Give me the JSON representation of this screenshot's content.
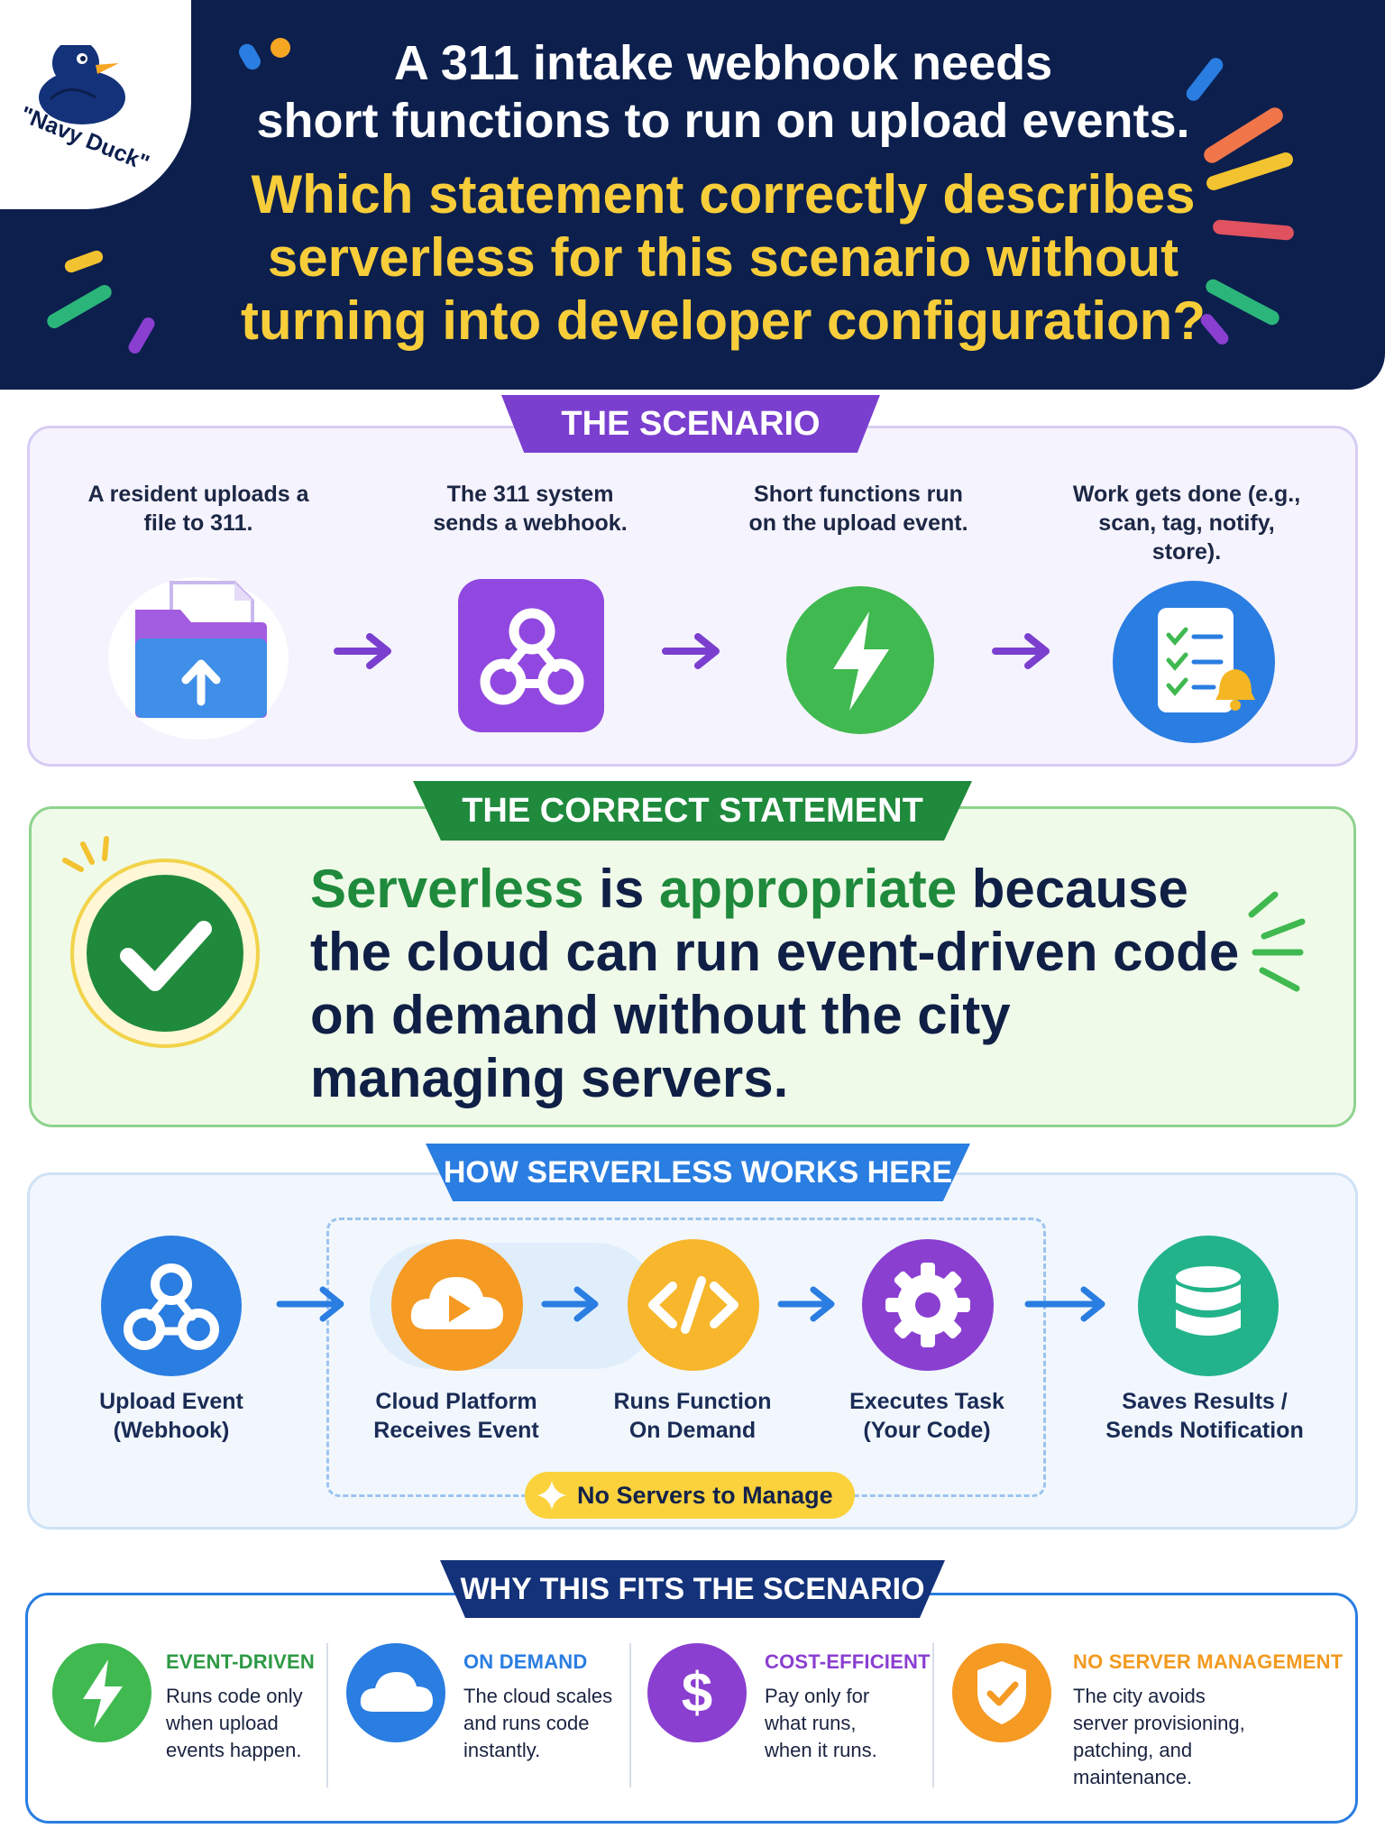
{
  "brand": {
    "logo_text": "\"Navy Duck\""
  },
  "question": {
    "line1": "A 311 intake webhook needs",
    "line2": "short functions to run on upload events.",
    "line3": "Which statement correctly describes",
    "line4": "serverless for this scenario without",
    "line5": "turning into developer configuration?"
  },
  "scenario": {
    "label": "THE SCENARIO",
    "steps": [
      {
        "text": "A resident uploads a file to 311.",
        "icon": "folder-upload-icon"
      },
      {
        "text": "The 311 system sends a webhook.",
        "icon": "webhook-icon"
      },
      {
        "text": "Short functions run on the upload event.",
        "icon": "lightning-icon"
      },
      {
        "text": "Work gets done (e.g., scan, tag, notify, store).",
        "icon": "checklist-bell-icon"
      }
    ]
  },
  "statement": {
    "label": "THE CORRECT STATEMENT",
    "word1": "Serverless",
    "mid1": " is ",
    "word2": "appropriate",
    "rest1": " because",
    "line2": "the cloud can run event-driven code",
    "line3": "on demand without the city",
    "line4": "managing servers."
  },
  "how": {
    "label": "HOW SERVERLESS WORKS HERE",
    "steps": [
      {
        "l1": "Upload Event",
        "l2": "(Webhook)",
        "icon": "webhook-icon"
      },
      {
        "l1": "Cloud Platform",
        "l2": "Receives Event",
        "icon": "cloud-play-icon"
      },
      {
        "l1": "Runs Function",
        "l2": "On Demand",
        "icon": "code-icon"
      },
      {
        "l1": "Executes Task",
        "l2": "(Your Code)",
        "icon": "gear-icon"
      },
      {
        "l1": "Saves Results /",
        "l2": "Sends Notification",
        "icon": "database-icon"
      }
    ],
    "badge": "No Servers to Manage"
  },
  "why": {
    "label": "WHY THIS FITS THE SCENARIO",
    "items": [
      {
        "title": "EVENT-DRIVEN",
        "l1": "Runs code only",
        "l2": "when upload",
        "l3": "events happen.",
        "l4": "",
        "color": "#2e9a45",
        "icon": "lightning-icon"
      },
      {
        "title": "ON DEMAND",
        "l1": "The cloud scales",
        "l2": "and runs code",
        "l3": "instantly.",
        "l4": "",
        "color": "#2a7de1",
        "icon": "cloud-icon"
      },
      {
        "title": "COST-EFFICIENT",
        "l1": "Pay only for",
        "l2": "what runs,",
        "l3": "when it runs.",
        "l4": "",
        "color": "#8a3fd1",
        "icon": "dollar-icon"
      },
      {
        "title": "NO SERVER MANAGEMENT",
        "l1": "The city avoids",
        "l2": "server provisioning,",
        "l3": "patching, and",
        "l4": "maintenance.",
        "color": "#f29a1f",
        "icon": "shield-check-icon"
      }
    ]
  }
}
